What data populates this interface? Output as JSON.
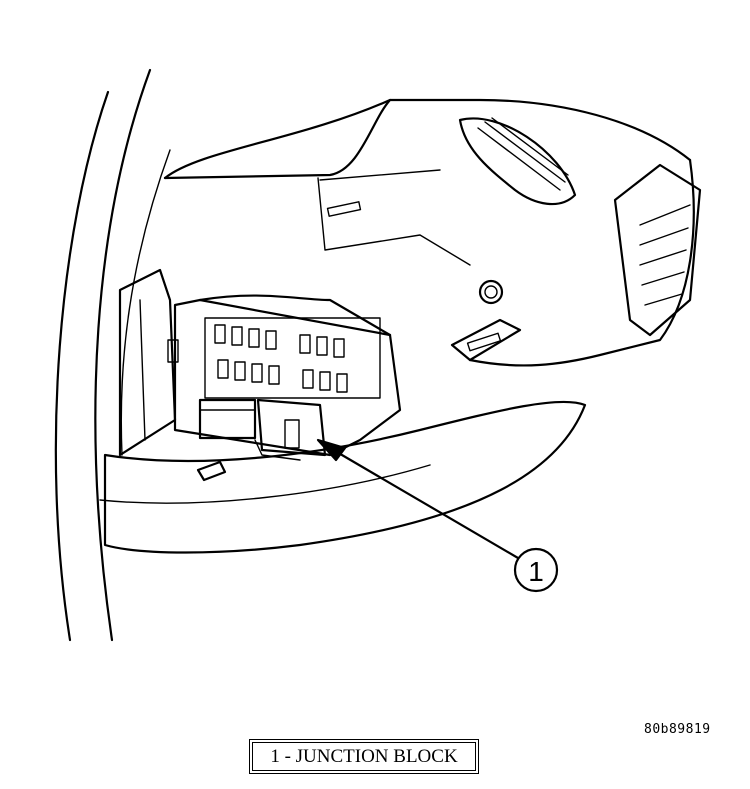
{
  "figure_id": "80b89819",
  "callouts": [
    {
      "number": "1",
      "label": "JUNCTION BLOCK"
    }
  ],
  "caption": "1 - JUNCTION BLOCK"
}
